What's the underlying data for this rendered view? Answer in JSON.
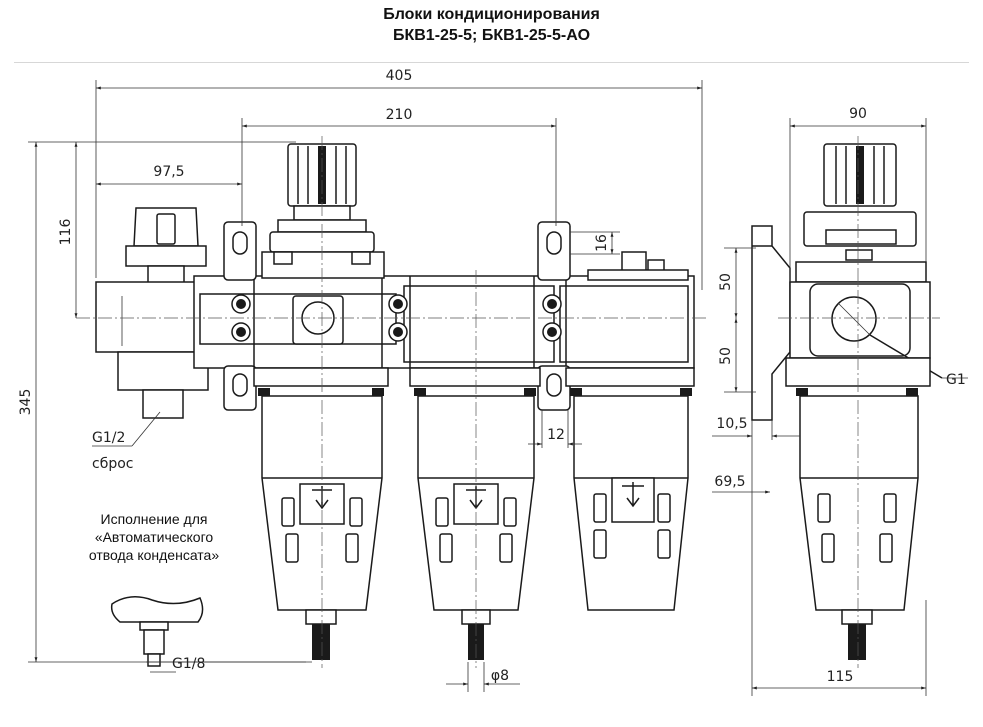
{
  "title": {
    "line1": "Блоки кондиционирования",
    "line2": "БКВ1-25-5; БКВ1-25-5-АО"
  },
  "dimensions": {
    "overall_width": "405",
    "module_width": "210",
    "regulator_offset": "97,5",
    "side_width": "90",
    "height_top": "116",
    "total_height": "345",
    "bracket_hole": "16",
    "bracket_thickness": "12",
    "port_offset_top": "50",
    "port_offset_bottom": "50",
    "bracket_offset": "10,5",
    "bracket_height": "69,5",
    "bowl_width": "115",
    "drain_diameter": "φ8"
  },
  "labels": {
    "port_g1": "G1",
    "port_g12": "G1/2",
    "reset": "сброс",
    "port_g18": "G1/8"
  },
  "note": {
    "line1": "Исполнение для",
    "line2": "«Автоматического",
    "line3": "отвода конденсата»"
  }
}
